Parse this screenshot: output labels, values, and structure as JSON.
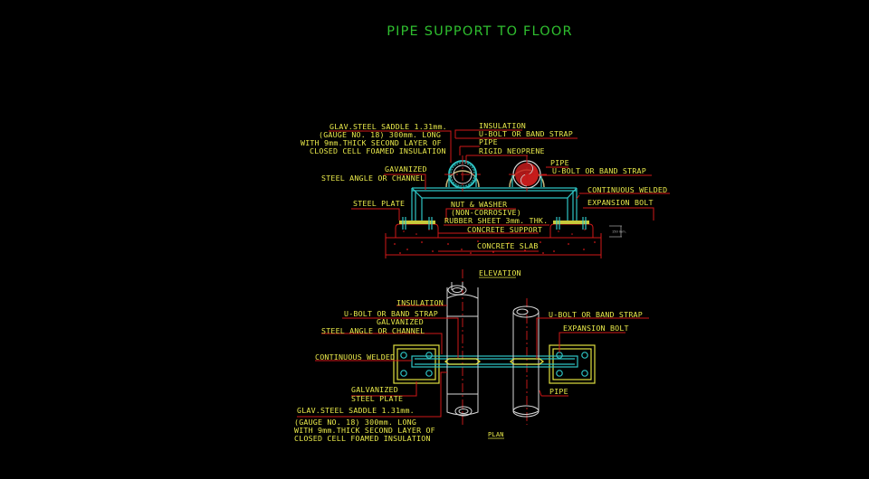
{
  "title": "PIPE SUPPORT TO FLOOR",
  "elevation": {
    "view_label": "ELEVATION",
    "labels": {
      "saddle_1": "GLAV.STEEL SADDLE 1.31mm.",
      "saddle_2": "(GAUGE NO. 18) 300mm. LONG",
      "saddle_3": "WITH 9mm.THICK SECOND LAYER OF",
      "saddle_4": "CLOSED CELL FOAMED INSULATION",
      "insulation": "INSULATION",
      "ubolt_left": "U-BOLT OR BAND STRAP",
      "pipe_left": "PIPE",
      "rigid_neoprene": "RIGID NEOPRENE",
      "galvanized": "GAVANIZED",
      "steel_angle": "STEEL ANGLE OR CHANNEL",
      "pipe_right": "PIPE",
      "ubolt_right": "U-BOLT OR BAND STRAP",
      "continuous_welded": "CONTINUOUS WELDED",
      "steel_plate": "STEEL PLATE",
      "expansion_bolt": "EXPANSION BOLT",
      "nut_washer": "NUT & WASHER",
      "non_corrosive": "(NON-CORROSIVE)",
      "rubber_sheet": "RUBBER SHEET 3mm. THK.",
      "concrete_support": "CONCRETE SUPPORT",
      "concrete_slab": "CONCRETE SLAB",
      "dimension": "150 mm."
    }
  },
  "plan": {
    "view_label": "PLAN",
    "labels": {
      "insulation": "INSULATION",
      "ubolt_left": "U-BOLT OR BAND STRAP",
      "galvanized": "GALVANIZED",
      "steel_angle": "STEEL ANGLE OR CHANNEL",
      "continuous_welded": "CONTINUOUS WELDED",
      "galvanized_2": "GALVANIZED",
      "steel_plate": "STEEL PLATE",
      "saddle_1": "GLAV.STEEL SADDLE 1.31mm.",
      "saddle_2": "(GAUGE NO. 18) 300mm. LONG",
      "saddle_3": "WITH 9mm.THICK SECOND LAYER OF",
      "saddle_4": "CLOSED CELL FOAMED INSULATION",
      "ubolt_right": "U-BOLT OR BAND STRAP",
      "expansion_bolt": "EXPANSION BOLT",
      "pipe": "PIPE"
    }
  },
  "colors": {
    "background": "#000000",
    "title": "#2fbf2f",
    "text": "#e8e84a",
    "leader": "#d01818",
    "steel": "#2ec4c4",
    "pipe_outline": "#d8d8d8"
  }
}
